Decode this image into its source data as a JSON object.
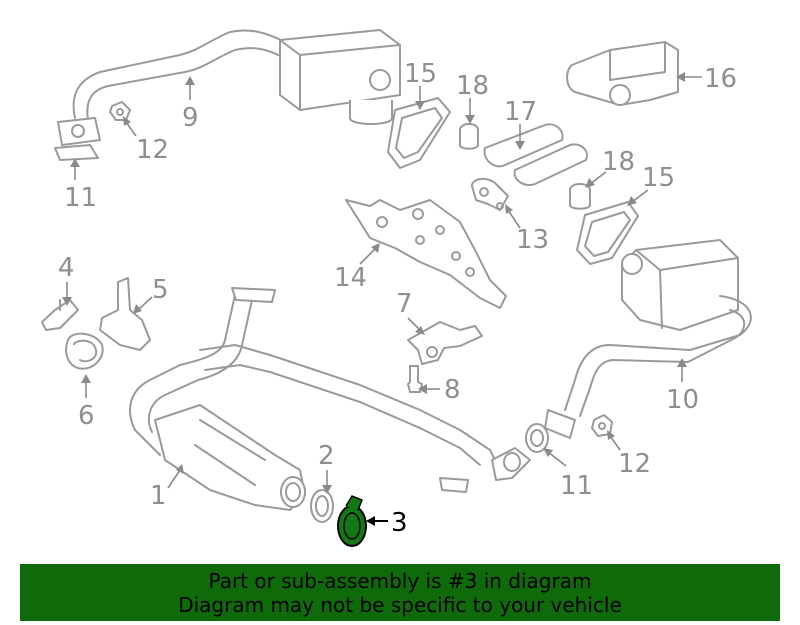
{
  "diagram": {
    "highlight_color": "#137a13",
    "callouts": [
      {
        "id": "c1",
        "label": "1"
      },
      {
        "id": "c2",
        "label": "2"
      },
      {
        "id": "c3",
        "label": "3"
      },
      {
        "id": "c4",
        "label": "4"
      },
      {
        "id": "c5",
        "label": "5"
      },
      {
        "id": "c6",
        "label": "6"
      },
      {
        "id": "c7",
        "label": "7"
      },
      {
        "id": "c8",
        "label": "8"
      },
      {
        "id": "c9",
        "label": "9"
      },
      {
        "id": "c10",
        "label": "10"
      },
      {
        "id": "c11a",
        "label": "11"
      },
      {
        "id": "c11b",
        "label": "11"
      },
      {
        "id": "c12a",
        "label": "12"
      },
      {
        "id": "c12b",
        "label": "12"
      },
      {
        "id": "c13",
        "label": "13"
      },
      {
        "id": "c14",
        "label": "14"
      },
      {
        "id": "c15a",
        "label": "15"
      },
      {
        "id": "c15b",
        "label": "15"
      },
      {
        "id": "c16",
        "label": "16"
      },
      {
        "id": "c17",
        "label": "17"
      },
      {
        "id": "c18a",
        "label": "18"
      },
      {
        "id": "c18b",
        "label": "18"
      }
    ]
  },
  "banner": {
    "line1": "Part or sub-assembly is #3 in diagram",
    "line2": "Diagram may not be specific to your vehicle",
    "background": "#0f6b0a"
  }
}
